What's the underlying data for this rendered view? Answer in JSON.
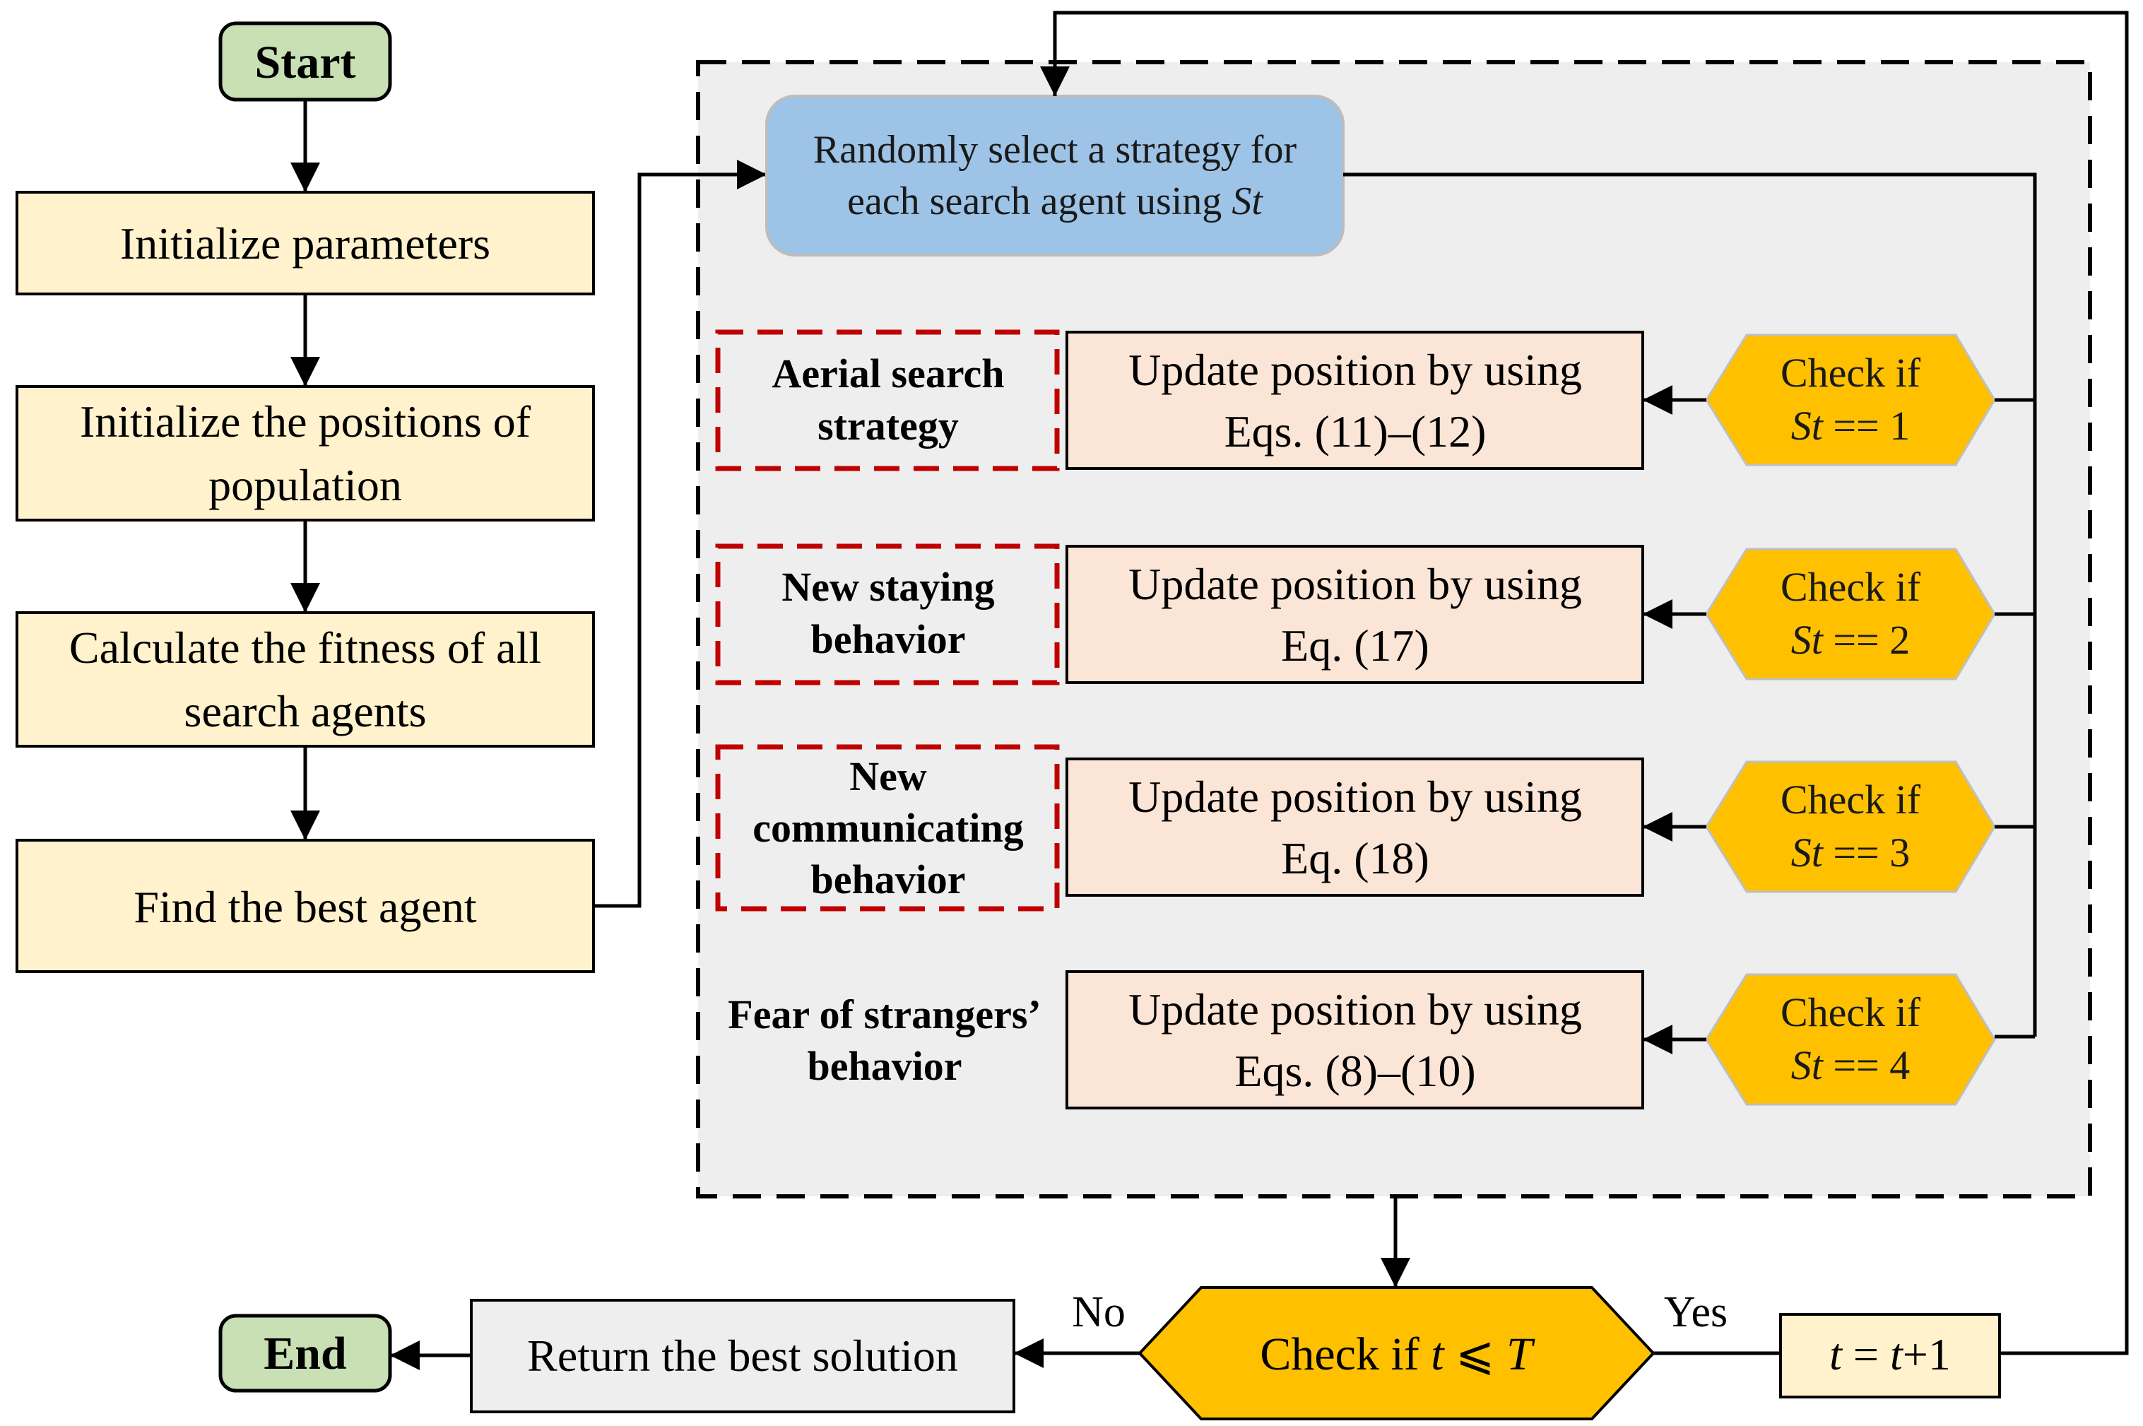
{
  "colors": {
    "terminal_fill": "#c8e0b4",
    "step_fill": "#fff2cc",
    "strategy_fill": "#9dc3e6",
    "update_fill": "#fbe5d6",
    "check_fill": "#ffc000",
    "return_fill": "#eeeeee",
    "panel_fill": "#eeeeee",
    "dashed_red": "#c00000"
  },
  "nodes": {
    "start": "Start",
    "init_params": "Initialize parameters",
    "init_positions": [
      "Initialize the positions of",
      "population"
    ],
    "calc_fitness": [
      "Calculate the fitness of all",
      "search agents"
    ],
    "find_best": "Find the best agent",
    "select_strategy": {
      "line1": "Randomly select a strategy for",
      "line2_prefix": "each search agent using ",
      "line2_var": "St"
    },
    "strategies": [
      {
        "label": [
          "Aerial search",
          "strategy"
        ],
        "update": [
          "Update position by using",
          "Eqs. (11)–(12)"
        ],
        "check_line1": "Check if",
        "check_var": "St",
        "check_rest": " == 1"
      },
      {
        "label": [
          "New staying",
          "behavior"
        ],
        "update": [
          "Update position by using",
          "Eq. (17)"
        ],
        "check_line1": "Check if",
        "check_var": "St",
        "check_rest": " == 2"
      },
      {
        "label": [
          "New",
          "communicating",
          "behavior"
        ],
        "update": [
          "Update position by using",
          "Eq. (18)"
        ],
        "check_line1": "Check if",
        "check_var": "St",
        "check_rest": " == 3"
      },
      {
        "label": [
          "Fear of strangers’",
          "behavior"
        ],
        "update": [
          "Update position by using",
          "Eqs. (8)–(10)"
        ],
        "check_line1": "Check if",
        "check_var": "St",
        "check_rest": " == 4"
      }
    ],
    "check_loop": {
      "prefix": "Check if ",
      "var1": "t",
      "op": " ⩽ ",
      "var2": "T"
    },
    "increment": {
      "var1": "t",
      "mid": " = ",
      "var2": "t",
      "rest": "+1"
    },
    "return_best": "Return the best solution",
    "end": "End"
  },
  "labels": {
    "no": "No",
    "yes": "Yes"
  }
}
